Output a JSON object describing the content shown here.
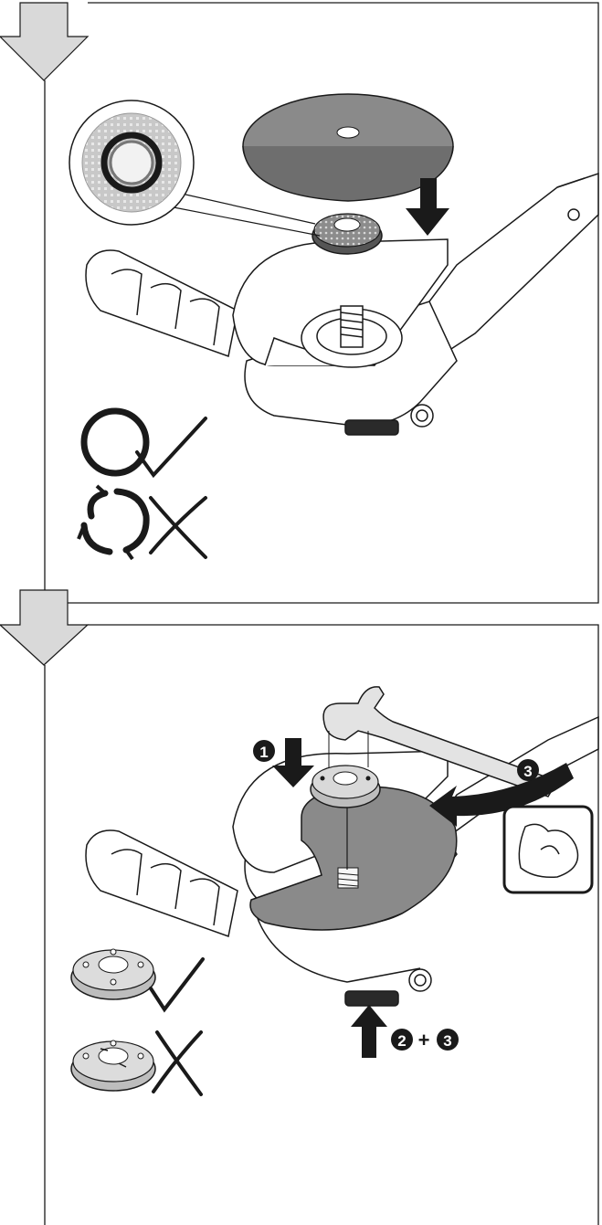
{
  "page": {
    "background": "#ffffff",
    "line_color": "#1a1a1a",
    "arrow_fill": "#d9d9d9"
  },
  "steps": [
    {
      "id": "step-1",
      "description_icons": [
        "step-arrow-icon",
        "grinder-icon",
        "cutting-disc-icon",
        "backing-flange-icon",
        "insert-down-arrow-icon",
        "flange-detail-magnifier-icon",
        "o-ring-ok-icon",
        "o-ring-damaged-icon",
        "checkmark-icon",
        "cross-icon"
      ]
    },
    {
      "id": "step-2",
      "callouts": [
        "❶",
        "❷ + ❸",
        "❸"
      ],
      "description_icons": [
        "step-arrow-icon",
        "grinder-icon",
        "clamping-nut-icon",
        "two-pin-spanner-icon",
        "spindle-lock-arrow-icon",
        "rotation-arrow-icon",
        "hand-force-icon",
        "nut-ok-icon",
        "nut-damaged-icon",
        "checkmark-icon",
        "cross-icon"
      ]
    }
  ]
}
